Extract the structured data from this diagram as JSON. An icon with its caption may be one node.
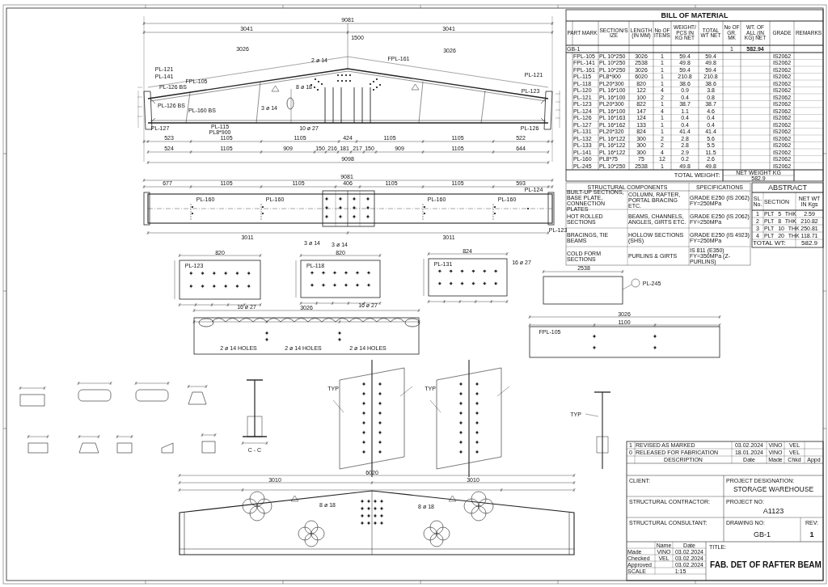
{
  "diagram": {
    "title": "FAB. DET OF RAFTER BEAM",
    "labels": [
      "9081",
      "3041",
      "3041",
      "1500",
      "3026",
      "3026",
      "523",
      "1105",
      "1105",
      "424",
      "1105",
      "1105",
      "522",
      "524",
      "1105",
      "909",
      "150",
      "216",
      "181",
      "217",
      "150",
      "909",
      "1105",
      "644",
      "9098",
      "PL-121",
      "PL-141",
      "FPL-105",
      "PL-126 BS",
      "PL-126 BS",
      "PL-160 BS",
      "PL-127",
      "PL-115",
      "PL8*900",
      "FPL-161",
      "PL-121",
      "PL-123",
      "PL-126",
      "2 ø 14",
      "8 ø 18",
      "3 ø 14",
      "10 ø 27",
      "9081",
      "677",
      "1105",
      "1105",
      "406",
      "1105",
      "1105",
      "593",
      "3011",
      "3011",
      "3 ø 14",
      "3 ø 14",
      "PL-160",
      "PL-160",
      "PL-160",
      "PL-160",
      "PL-124",
      "PL-123",
      "PL-123",
      "820",
      "16 ø 27",
      "PL-118",
      "820",
      "16 ø 27",
      "PL-131",
      "824",
      "16 ø 27",
      "2538",
      "PL-245",
      "3026",
      "2 ø 14 HOLES",
      "2 ø 14 HOLES",
      "2 ø 14 HOLES",
      "3026",
      "1100",
      "FPL-105",
      "TYP",
      "TYP",
      "TYP",
      "C - C",
      "6020",
      "3010",
      "3010",
      "8 ø 18",
      "8 ø 18",
      "BILL OF MATERIAL",
      "PART MARK",
      "SECTION/SIZE",
      "LENGTH (IN MM)",
      "No OF ITEMS",
      "WEIGHT/PCS IN KG NET",
      "TOTAL WT NET",
      "No OF GR. MK",
      "WT. OF ALL (IN KG) NET",
      "GRADE",
      "REMARKS",
      "GB-1",
      "1",
      "582.94",
      "FPL-105",
      "PL 10*250",
      "3026",
      "1",
      "59.4",
      "59.4",
      "IS2062",
      "FPL-141",
      "PL 10*250",
      "2538",
      "1",
      "49.8",
      "49.8",
      "IS2062",
      "FPL-161",
      "PL 10*250",
      "3026",
      "1",
      "59.4",
      "59.4",
      "IS2062",
      "PL-115",
      "PL8*900",
      "6020",
      "1",
      "210.8",
      "210.8",
      "IS2062",
      "PL-118",
      "PL20*300",
      "820",
      "1",
      "38.6",
      "38.6",
      "IS2062",
      "PL-120",
      "PL 16*100",
      "122",
      "4",
      "0.9",
      "3.8",
      "IS2062",
      "PL-121",
      "PL 16*100",
      "100",
      "2",
      "0.4",
      "0.8",
      "IS2062",
      "PL-123",
      "PL20*300",
      "822",
      "1",
      "38.7",
      "38.7",
      "IS2062",
      "PL-124",
      "PL 16*100",
      "147",
      "4",
      "1.1",
      "4.6",
      "IS2062",
      "PL-126",
      "PL 16*163",
      "124",
      "1",
      "0.4",
      "0.4",
      "IS2062",
      "PL-127",
      "PL 16*162",
      "133",
      "1",
      "0.4",
      "0.4",
      "IS2062",
      "PL-131",
      "PL20*320",
      "824",
      "1",
      "41.4",
      "41.4",
      "IS2062",
      "PL-132",
      "PL 16*122",
      "300",
      "2",
      "2.8",
      "5.6",
      "IS2062",
      "PL-133",
      "PL 16*122",
      "300",
      "2",
      "2.8",
      "5.5",
      "IS2062",
      "PL-141",
      "PL 16*122",
      "300",
      "4",
      "2.9",
      "11.5",
      "IS2062",
      "PL-160",
      "PL8*75",
      "75",
      "12",
      "0.2",
      "2.6",
      "IS2062",
      "PL-245",
      "PL 10*250",
      "2538",
      "1",
      "49.8",
      "49.8",
      "IS2062",
      "TOTAL WEIGHT:",
      "NET WEIGHT KG",
      "582.9",
      "STRUCTURAL COMPONENTS",
      "SPECIFICATIONS",
      "BUILT-UP SECTIONS, BASE PLATE, CONNECTION PLATES",
      "COLUMN, RAFTER, PORTAL BRACING ETC.",
      "GRADE E250 (IS 2062) FY=250MPa",
      "HOT ROLLED SECTIONS",
      "BEAMS, CHANNELS, ANGLES, GIRTS ETC.",
      "GRADE E250 (IS 2062) FY=250MPa",
      "BRACINGS, TIE BEAMS",
      "HOLLOW SECTIONS (SHS)",
      "GRADE E250 (IS 4923) FY=250MPa",
      "COLD FORM SECTIONS",
      "PURLINS & GIRTS",
      "IS 811 (E350) FY=350MPa (Z-PURLINS)",
      "ABSTRACT",
      "SL. No.",
      "SECTION",
      "NET WT IN Kgs",
      "1",
      "PLT 5 THK",
      "2.59",
      "2",
      "PLT 8 THK",
      "210.82",
      "3",
      "PLT 10 THK",
      "250.81",
      "4",
      "PLT 20 THK",
      "118.71",
      "TOTAL WT:",
      "582.9",
      "1",
      "REVISED AS MARKED",
      "03.02.2024",
      "VINO",
      "VEL",
      "0",
      "RELEASED FOR FABRICATION",
      "18.01.2024",
      "VINO",
      "VEL",
      "DESCRIPTION",
      "Date",
      "Made",
      "Chkd",
      "Appd",
      "CLIENT:",
      "PROJECT DESIGNATION:",
      "STORAGE WAREHOUSE",
      "STRUCTURAL CONTRACTOR:",
      "PROJECT NO:",
      "A1123",
      "STRUCTURAL CONSULTANT:",
      "DRAWING NO:",
      "GB-1",
      "REV:",
      "1",
      "Name",
      "Date",
      "Made",
      "VINO",
      "03.02.2024",
      "Checked",
      "VEL",
      "03.02.2024",
      "Approved",
      "03.02.2024",
      "SCALE",
      "1:15",
      "TITLE:"
    ]
  }
}
